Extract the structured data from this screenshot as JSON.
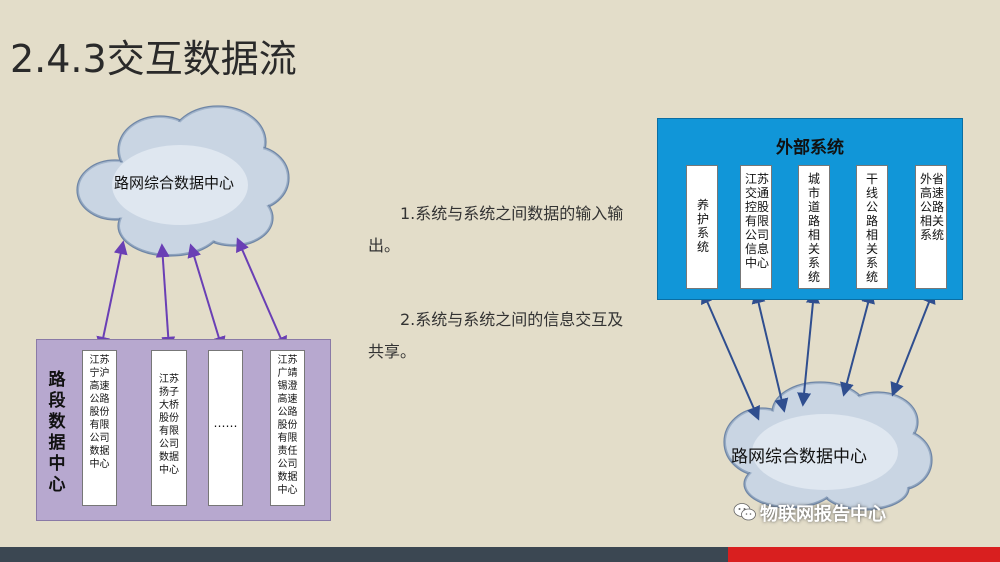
{
  "title": "2.4.3交互数据流",
  "left_cloud": {
    "label": "路网综合数据中心"
  },
  "left_panel": {
    "label": "路段数据中心",
    "boxes": [
      {
        "text": "江苏宁沪高速公路股份有限公司数据中心"
      },
      {
        "text": "江苏扬子大桥股份有限公司数据中心"
      },
      {
        "text": "……"
      },
      {
        "text": "江苏广靖锡澄高速公路股份有限责任公司数据中心"
      }
    ]
  },
  "body_text": {
    "p1": "1.系统与系统之间数据的输入输出。",
    "p2": "2.系统与系统之间的信息交互及共享。"
  },
  "right_panel": {
    "title": "外部系统",
    "boxes": [
      {
        "cols": [
          "养",
          "护系统"
        ],
        "text": "养护系统"
      },
      {
        "text": "江苏交通控股有限公司信息中心"
      },
      {
        "text": "城市道路相关系统"
      },
      {
        "text": "干线公路相关系统"
      },
      {
        "text": "外省高速公路相关系统"
      }
    ]
  },
  "right_cloud": {
    "label": "路网综合数据中心"
  },
  "watermark": {
    "text": "物联网报告中心",
    "icon": "wechat-icon"
  },
  "colors": {
    "background": "#e3ddc9",
    "left_panel": "#b7a8cf",
    "right_panel": "#1196d8",
    "arrow_left": "#6a3fb5",
    "arrow_right": "#2f4e8f",
    "footer_dark": "#3b4752",
    "footer_red": "#d91f1f"
  }
}
